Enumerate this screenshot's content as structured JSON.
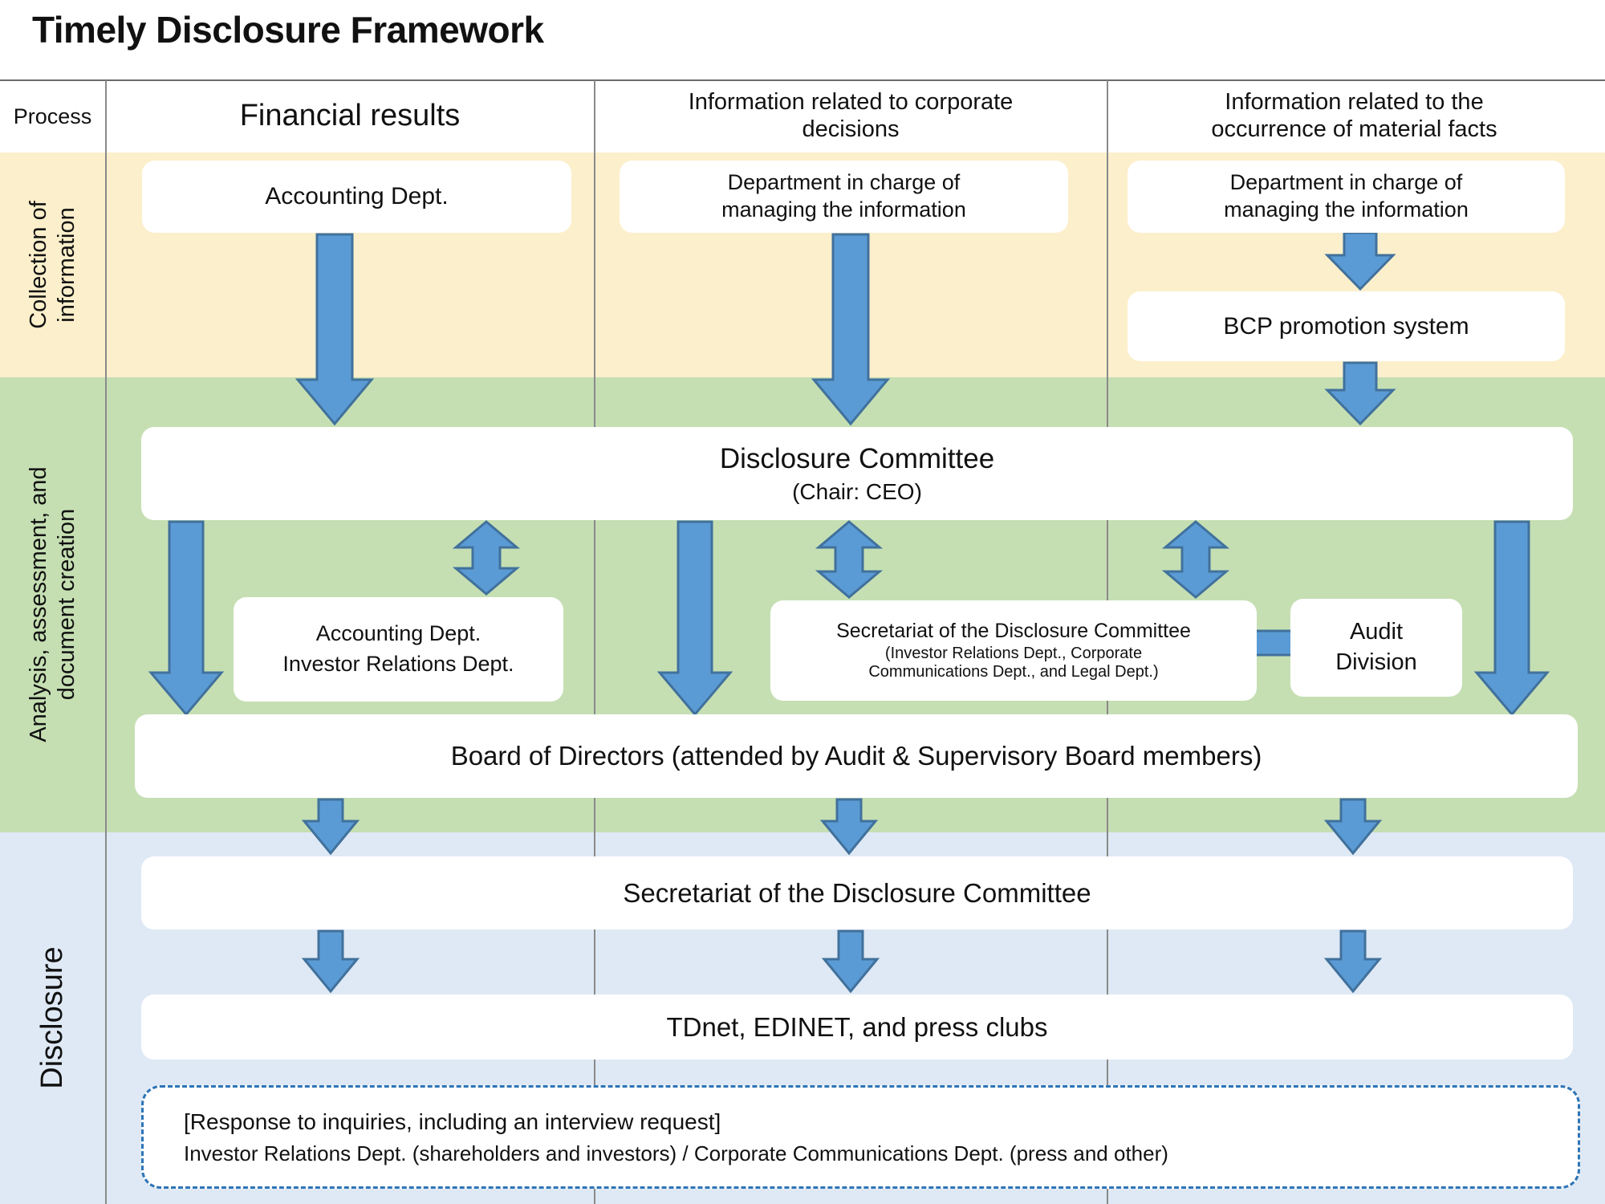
{
  "title": "Timely Disclosure Framework",
  "header": {
    "process_label": "Process",
    "columns": [
      "Financial results",
      "Information related to corporate decisions",
      "Information related to the occurrence of material facts"
    ]
  },
  "row_labels": {
    "collection": "Collection of information",
    "analysis": "Analysis, assessment, and document creation",
    "disclosure": "Disclosure"
  },
  "boxes": {
    "accounting": "Accounting Dept.",
    "dept_corporate": "Department in charge of managing the information",
    "dept_material": "Department in charge of managing the information",
    "bcp": "BCP promotion system",
    "committee_title": "Disclosure Committee",
    "committee_chair": "(Chair: CEO)",
    "acct_ir_lines": [
      "Accounting Dept.",
      "Investor Relations Dept."
    ],
    "secretariat_name": "Secretariat of the Disclosure Committee",
    "secretariat_members": "(Investor Relations Dept., Corporate Communications Dept., and Legal Dept.)",
    "audit_division": "Audit Division",
    "board": "Board of Directors (attended by Audit & Supervisory Board members)",
    "secretariat_disclosure": "Secretariat of the Disclosure Committee",
    "tdnet": "TDnet, EDINET, and press clubs",
    "response_line1": "[Response to inquiries, including an interview request]",
    "response_line2": "Investor Relations Dept. (shareholders and investors) / Corporate Communications Dept. (press and other)"
  },
  "colors": {
    "band_collection": "#FCEFCB",
    "band_analysis": "#C5DFB3",
    "band_disclosure": "#DEE9F5",
    "arrow_fill": "#5B9BD5",
    "arrow_stroke": "#41719C",
    "divider_gray": "#8A8A8A",
    "dashed_border": "#2E75B6"
  }
}
